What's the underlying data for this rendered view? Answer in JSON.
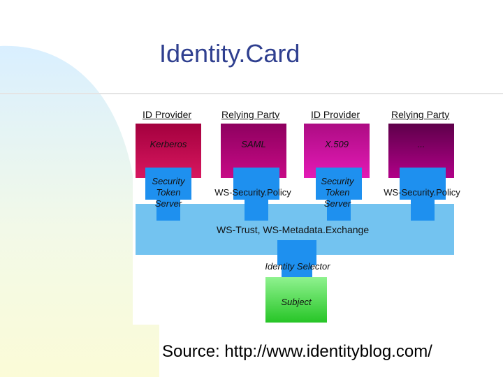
{
  "slide": {
    "title": "Identity.Card",
    "source": "Source: http://www.identityblog.com/"
  },
  "diagram": {
    "columns": [
      {
        "header": "ID Provider",
        "box_label": "Kerberos",
        "color_top": "#a3003e",
        "color_bottom": "#d8175f"
      },
      {
        "header": "Relying Party",
        "box_label": "SAML",
        "color_top": "#8e005f",
        "color_bottom": "#c70a86"
      },
      {
        "header": "ID Provider",
        "box_label": "X.509",
        "color_top": "#ad0c83",
        "color_bottom": "#e31ab6"
      },
      {
        "header": "Relying Party",
        "box_label": "...",
        "color_top": "#5e004a",
        "color_bottom": "#b10088"
      }
    ],
    "components": [
      "Security Token Server",
      "WS-Security.Policy",
      "Security Token Server",
      "WS-Security.Policy"
    ],
    "bus_label": "WS-Trust, WS-Metadata.Exchange",
    "identity_selector": "Identity Selector",
    "subject": "Subject",
    "colors": {
      "bus": "#73c3f0",
      "connector": "#1e90ef",
      "subject": "#2fca2f",
      "title": "#2f3f8f"
    }
  }
}
